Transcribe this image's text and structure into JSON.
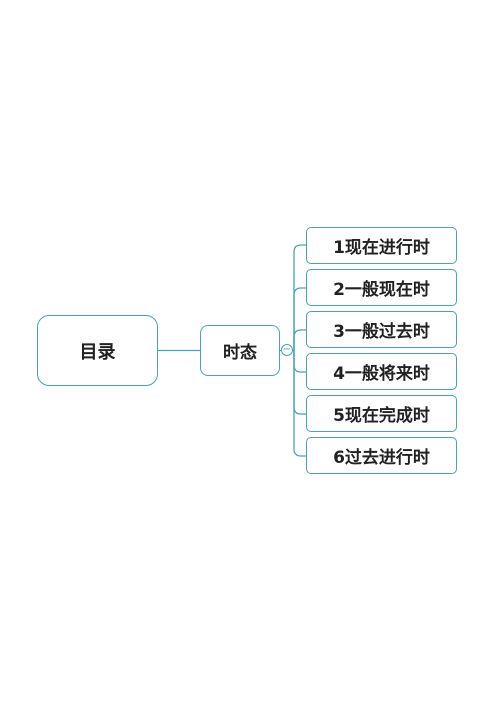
{
  "colors": {
    "node_border": "#4aa3b5",
    "connector": "#4aa3b5",
    "text": "#222222",
    "background": "#ffffff"
  },
  "mindmap": {
    "root": {
      "label": "目录"
    },
    "branch": {
      "label": "时态",
      "toggle_symbol": "−"
    },
    "leaves": [
      {
        "label": "1现在进行时"
      },
      {
        "label": "2一般现在时"
      },
      {
        "label": "3一般过去时"
      },
      {
        "label": "4一般将来时"
      },
      {
        "label": "5现在完成时"
      },
      {
        "label": "6过去进行时"
      }
    ]
  }
}
